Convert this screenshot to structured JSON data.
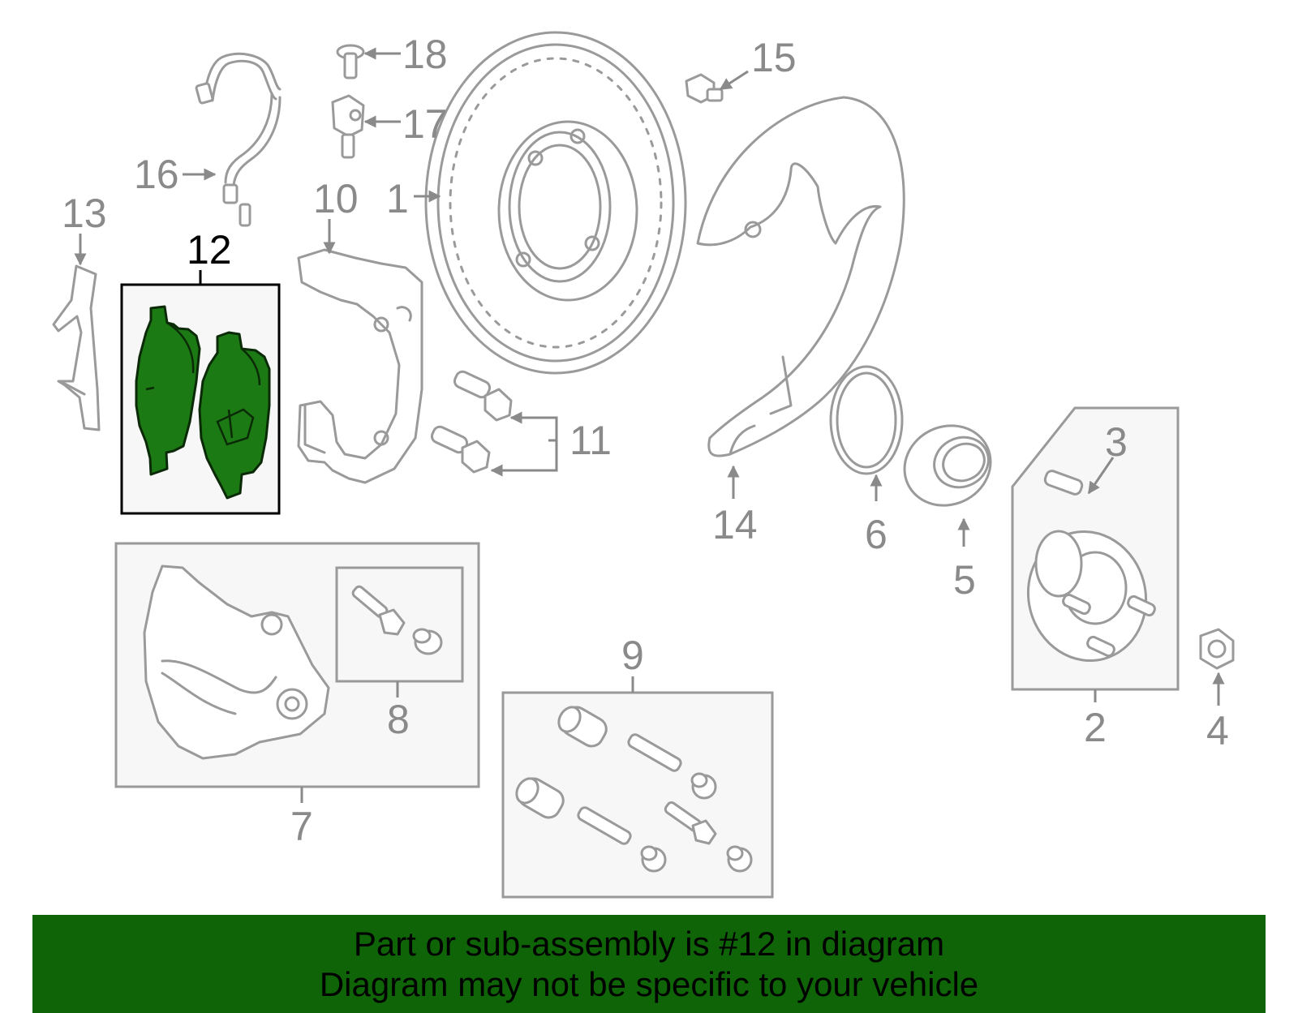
{
  "colors": {
    "highlight_fill": "#1c7a14",
    "banner_background": "#0e6407",
    "callout_text": "#8a8a8a",
    "active_callout_text": "#000000"
  },
  "callouts": {
    "c1": "1",
    "c2": "2",
    "c3": "3",
    "c4": "4",
    "c5": "5",
    "c6": "6",
    "c7": "7",
    "c8": "8",
    "c9": "9",
    "c10": "10",
    "c11": "11",
    "c12": "12",
    "c13": "13",
    "c14": "14",
    "c15": "15",
    "c16": "16",
    "c17": "17",
    "c18": "18"
  },
  "highlighted_part": "12",
  "banner": {
    "line1": "Part or sub-assembly is #12 in diagram",
    "line2": "Diagram may not be specific to your vehicle"
  }
}
